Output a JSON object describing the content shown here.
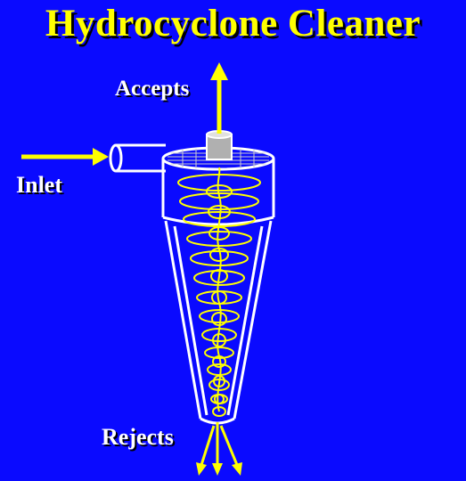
{
  "title": "Hydrocyclone Cleaner",
  "labels": {
    "accepts": "Accepts",
    "inlet": "Inlet",
    "rejects": "Rejects"
  },
  "colors": {
    "background": "#0a0aff",
    "title": "#ffff00",
    "arrows": "#ffff00",
    "outline": "#ffffff",
    "spiral": "#ffff00",
    "label_text": "#ffffff"
  }
}
